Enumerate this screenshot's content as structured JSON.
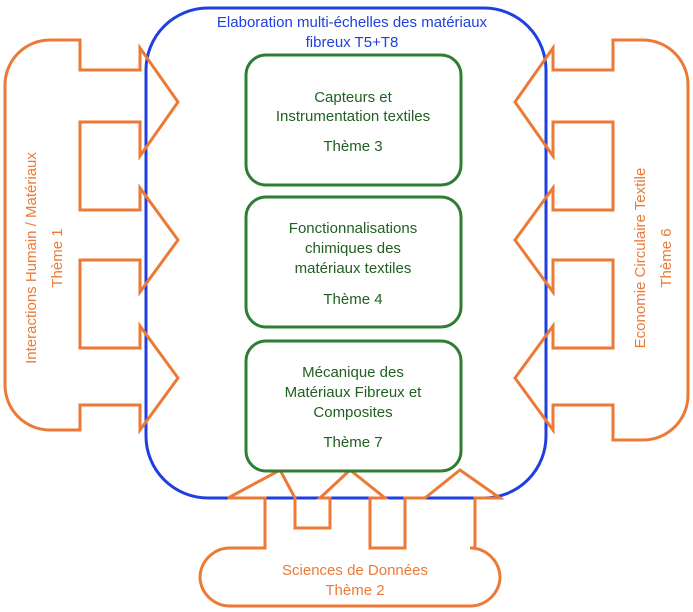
{
  "colors": {
    "blue": "#1f3fe0",
    "green": "#2e7d32",
    "green_text": "#1f5f1f",
    "orange": "#ec7a36",
    "background": "#ffffff"
  },
  "central": {
    "title_line1": "Elaboration multi-échelles des matériaux",
    "title_line2": "fibreux T5+T8"
  },
  "boxes": [
    {
      "line1": "Capteurs et",
      "line2": "Instrumentation textiles",
      "line3": "",
      "theme": "Thème 3"
    },
    {
      "line1": "Fonctionnalisations",
      "line2": "chimiques des",
      "line3": "matériaux textiles",
      "theme": "Thème 4"
    },
    {
      "line1": "Mécanique des",
      "line2": "Matériaux Fibreux et",
      "line3": "Composites",
      "theme": "Thème 7"
    }
  ],
  "left": {
    "title": "Interactions Humain / Matériaux",
    "theme": "Thème 1"
  },
  "right": {
    "title": "Economie Circulaire Textile",
    "theme": "Thème 6"
  },
  "bottom": {
    "title": "Sciences de Données",
    "theme": "Thème 2"
  }
}
